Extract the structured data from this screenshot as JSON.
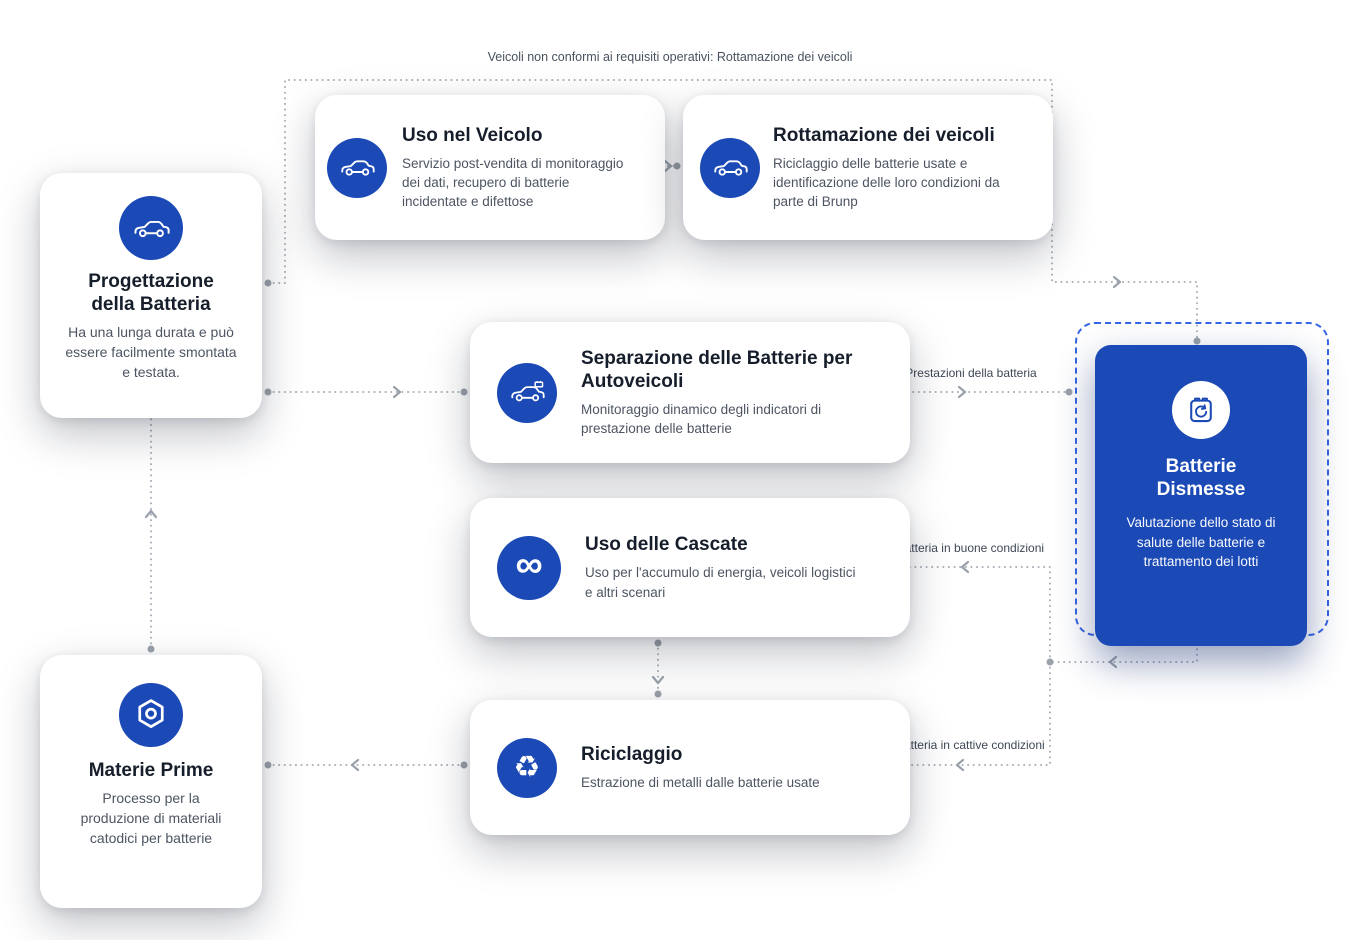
{
  "diagram": {
    "top_edge_label": "Veicoli non conformi ai requisiti operativi: Rottamazione dei veicoli",
    "edge_labels": {
      "battery_performance": "Prestazioni della batteria",
      "good_condition": "batteria in buone condizioni",
      "bad_condition": "batteria in cattive condizioni"
    },
    "nodes": {
      "progettazione": {
        "title": "Progettazione della Batteria",
        "desc": "Ha una lunga durata e può essere facilmente smontata e testata.",
        "icon": "car-icon"
      },
      "uso_veicolo": {
        "title": "Uso nel Veicolo",
        "desc": "Servizio post-vendita di monitoraggio dei dati, recupero di batterie incidentate e difettose",
        "icon": "car-icon"
      },
      "rottamazione": {
        "title": "Rottamazione dei veicoli",
        "desc": "Riciclaggio delle batterie usate e identificazione delle loro condizioni da parte di Brunp",
        "icon": "car-icon"
      },
      "separazione": {
        "title": "Separazione delle Batterie per Autoveicoli",
        "desc": "Monitoraggio dinamico degli indicatori di prestazione delle batterie",
        "icon": "car-battery-icon"
      },
      "cascate": {
        "title": "Uso delle Cascate",
        "desc": "Uso per l'accumulo di energia, veicoli logistici e altri scenari",
        "icon": "infinity-icon"
      },
      "riciclaggio": {
        "title": "Riciclaggio",
        "desc": "Estrazione di metalli dalle batterie usate",
        "icon": "recycle-icon"
      },
      "materie_prime": {
        "title": "Materie Prime",
        "desc": "Processo per la produzione di materiali catodici per batterie",
        "icon": "hexagon-nut-icon"
      },
      "batterie_dismesse": {
        "title": "Batterie Dismesse",
        "desc": "Valutazione dello stato di salute delle batterie e trattamento dei lotti",
        "icon": "battery-recycle-icon"
      }
    },
    "colors": {
      "primary": "#1b49b5",
      "dashed_outline": "#3566e3",
      "card_bg": "#ffffff",
      "title_text": "#161e2b",
      "desc_text": "#4d5562",
      "connector": "#9aa1aa"
    }
  }
}
